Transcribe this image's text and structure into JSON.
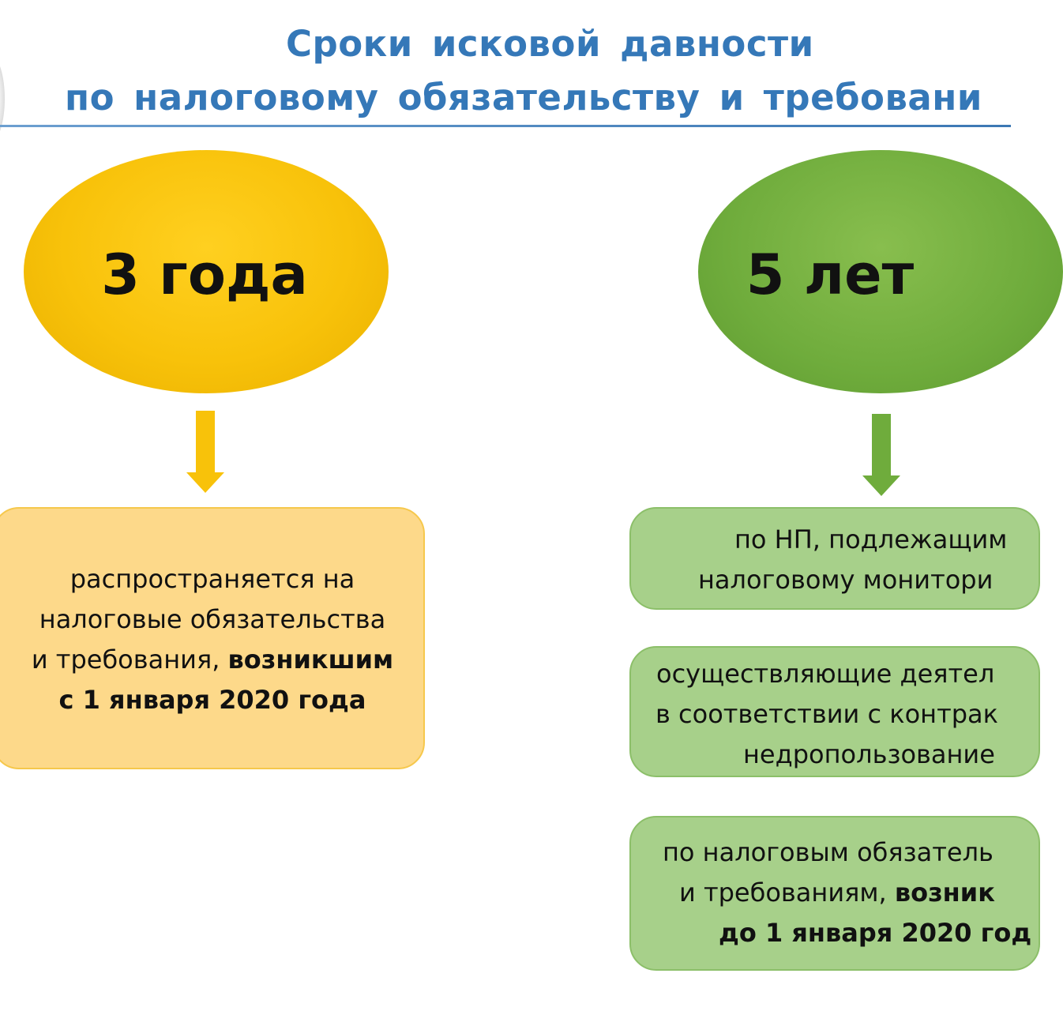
{
  "title": {
    "line1": "Сроки исковой давности",
    "line2": "по налоговому обязательству и требовани"
  },
  "colors": {
    "title": "#3578b8",
    "yellow": "#f8c20a",
    "yellow_box": "#fdd98a",
    "green": "#6fac3c",
    "green_box": "#a7d08a"
  },
  "left": {
    "period": "3 года",
    "box": {
      "line1": "распространяется на",
      "line2": "налоговые обязательства",
      "line3_plain": "и требования, ",
      "line3_bold": "возникшим",
      "line4_bold": "с 1 января 2020 года"
    }
  },
  "right": {
    "period": "5 лет",
    "box1": {
      "line1": "по НП, подлежащим",
      "line2": "налоговому монитори"
    },
    "box2": {
      "line1": "осуществляющие деятел",
      "line2": "в соответствии с контрак",
      "line3": "недропользование"
    },
    "box3": {
      "line1": "по налоговым обязатель",
      "line2_plain": "и требованиям, ",
      "line2_bold": "возник",
      "line3_bold": "до 1 января 2020 год"
    }
  }
}
